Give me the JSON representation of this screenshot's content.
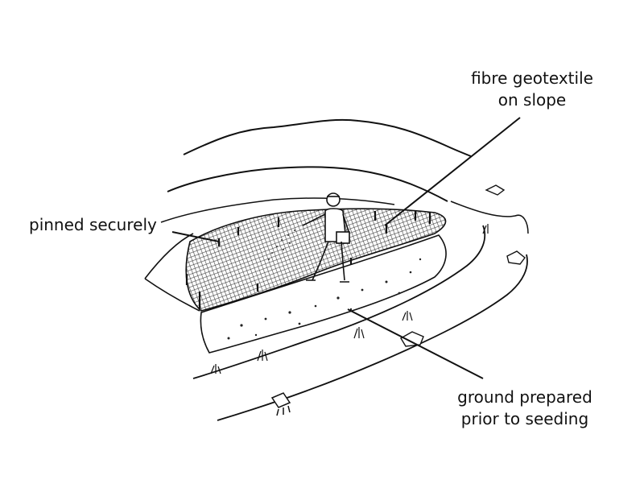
{
  "labels": {
    "geotextile": {
      "line1": "fibre geotextile",
      "line2": "on slope"
    },
    "pinned": {
      "text": "pinned securely"
    },
    "ground": {
      "line1": "ground prepared",
      "line2": "prior to seeding"
    }
  },
  "colors": {
    "ink": "#111111",
    "background": "#ffffff"
  }
}
